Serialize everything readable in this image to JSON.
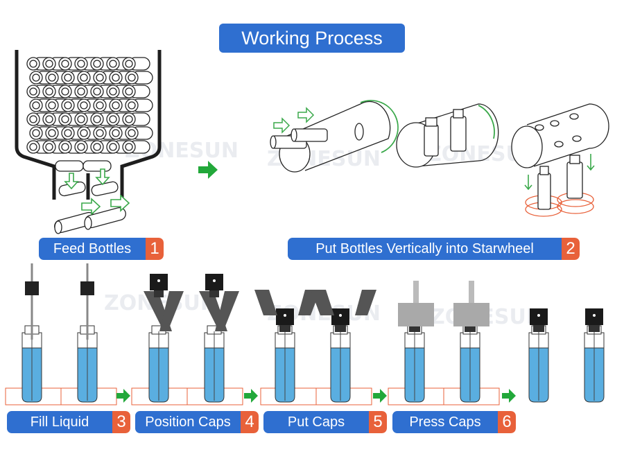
{
  "title": "Working Process",
  "watermark": "ZONESUN",
  "steps": [
    {
      "label": "Feed Bottles",
      "number": "1"
    },
    {
      "label": "Put Bottles Vertically into Starwheel",
      "number": "2"
    },
    {
      "label": "Fill Liquid",
      "number": "3"
    },
    {
      "label": "Position Caps",
      "number": "4"
    },
    {
      "label": "Put Caps",
      "number": "5"
    },
    {
      "label": "Press Caps",
      "number": "6"
    }
  ],
  "colors": {
    "label_blue": "#2f6fd0",
    "number_orange": "#e8613a",
    "arrow_green": "#22a83a",
    "liquid_blue": "#5aaee0",
    "starwheel_orange": "#e8613a"
  }
}
